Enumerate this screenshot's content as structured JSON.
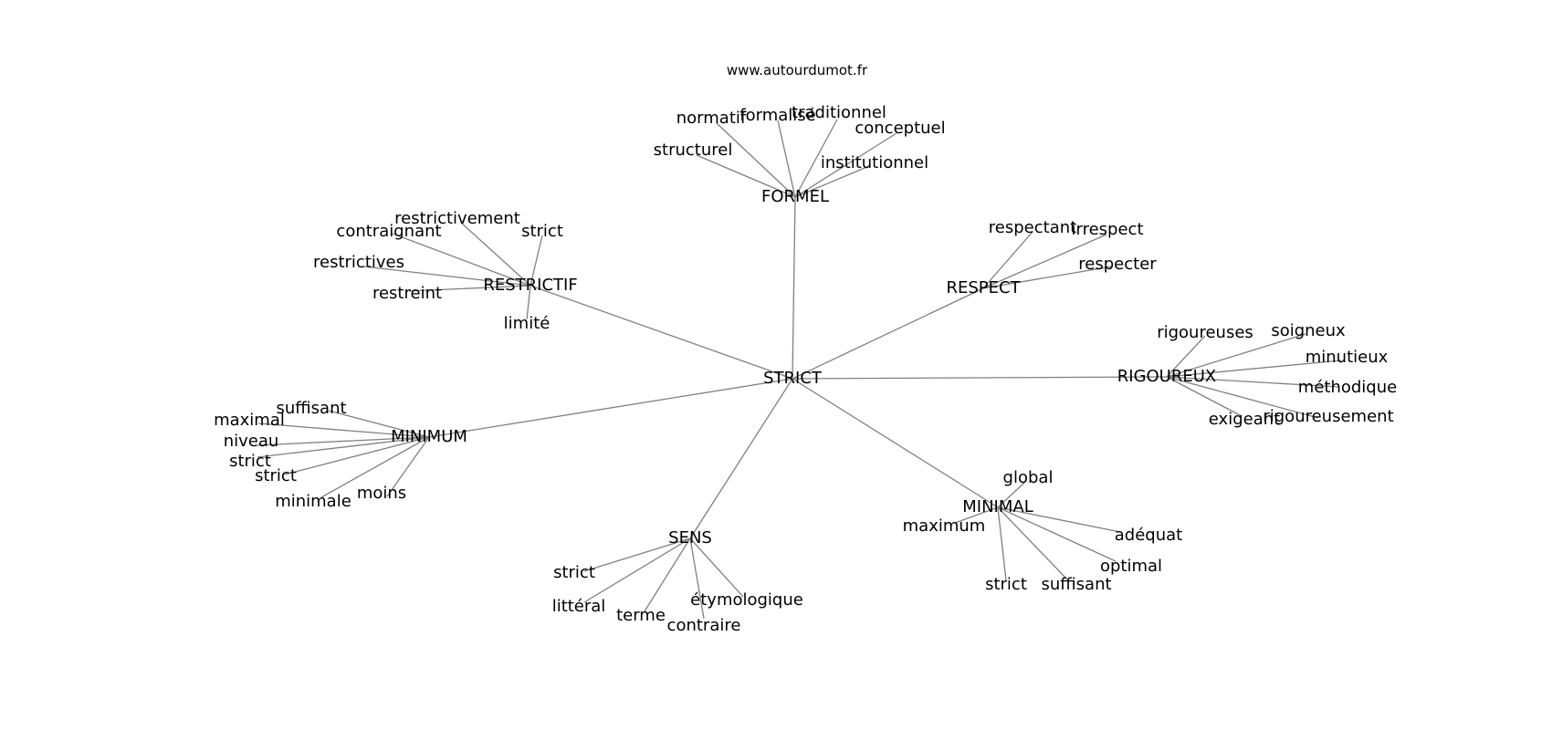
{
  "source": "www.autourdumot.fr",
  "graph": {
    "center": {
      "label": "STRICT"
    },
    "hubs": [
      {
        "id": "formel",
        "label": "FORMEL",
        "leaves": [
          "normatif",
          "formalisé",
          "traditionnel",
          "conceptuel",
          "structurel",
          "institutionnel"
        ]
      },
      {
        "id": "restrictif",
        "label": "RESTRICTIF",
        "leaves": [
          "restrictivement",
          "contraignant",
          "strict",
          "restrictives",
          "restreint",
          "limité"
        ]
      },
      {
        "id": "respect",
        "label": "RESPECT",
        "leaves": [
          "respectant",
          "irrespect",
          "respecter"
        ]
      },
      {
        "id": "rigoureux",
        "label": "RIGOUREUX",
        "leaves": [
          "rigoureuses",
          "soigneux",
          "minutieux",
          "méthodique",
          "exigeant",
          "rigoureusement"
        ]
      },
      {
        "id": "minimum",
        "label": "MINIMUM",
        "leaves": [
          "suffisant",
          "maximal",
          "niveau",
          "strict",
          "strict",
          "minimale",
          "moins"
        ]
      },
      {
        "id": "sens",
        "label": "SENS",
        "leaves": [
          "strict",
          "littéral",
          "terme",
          "contraire",
          "étymologique"
        ]
      },
      {
        "id": "minimal",
        "label": "MINIMAL",
        "leaves": [
          "global",
          "maximum",
          "adéquat",
          "optimal",
          "strict",
          "suffisant"
        ]
      }
    ]
  }
}
